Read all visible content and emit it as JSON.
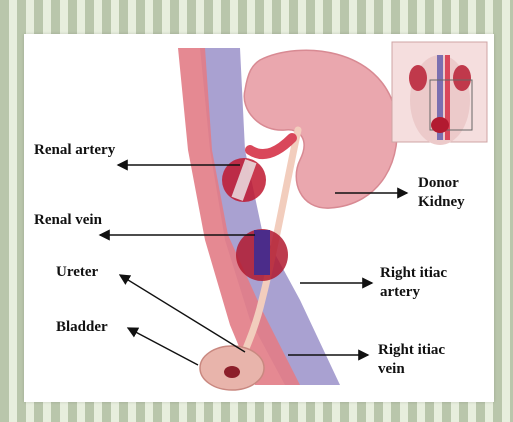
{
  "labels": {
    "renal_artery": "Renal artery",
    "renal_vein": "Renal vein",
    "ureter": "Ureter",
    "bladder": "Bladder",
    "donor_kidney_line1": "Donor",
    "donor_kidney_line2": "Kidney",
    "right_iliac_artery_line1": "Right itiac",
    "right_iliac_artery_line2": "artery",
    "right_iliac_vein_line1": "Right itiac",
    "right_iliac_vein_line2": "vein"
  },
  "colors": {
    "kidney": "#e7a6ac",
    "artery": "#d9475a",
    "vein": "#7b6fb0",
    "highlight": "#c0182f",
    "ureter": "#f1c8b8",
    "arrow": "#111111"
  }
}
